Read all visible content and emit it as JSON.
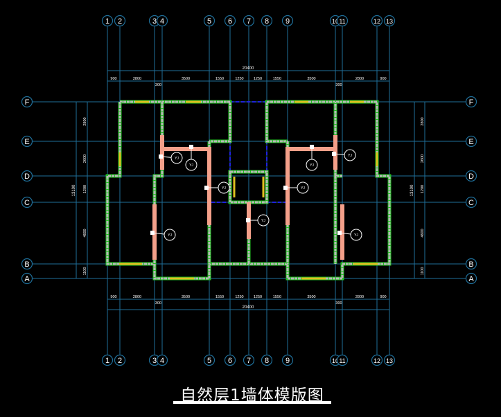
{
  "title": "自然层1墙体模版图",
  "column_axes": [
    "1",
    "2",
    "3",
    "4",
    "5",
    "6",
    "7",
    "8",
    "9",
    "10",
    "11",
    "12",
    "13"
  ],
  "row_axes": [
    "F",
    "E",
    "D",
    "C",
    "B",
    "A"
  ],
  "dimensions": {
    "top_total": "20400",
    "top_segments": [
      "900",
      "2800",
      "300",
      "3500",
      "1550",
      "1250",
      "1250",
      "1550",
      "3500",
      "300",
      "2800",
      "900"
    ],
    "bottom_total": "20400",
    "bottom_segments": [
      "900",
      "2800",
      "300",
      "3500",
      "1550",
      "1250",
      "1250",
      "1550",
      "3500",
      "300",
      "2800",
      "900"
    ],
    "left_total": "13100",
    "left_segments": [
      "2800",
      "2600",
      "1200",
      "4600",
      "1100"
    ],
    "right_total": "13100",
    "right_segments": [
      "2800",
      "2600",
      "1200",
      "4600",
      "1100"
    ]
  },
  "tag_label": "YJ",
  "colors": {
    "axis": "#1f6f9a",
    "wall": "#b8b8b8",
    "wall_edge": "#22c022",
    "column": "#f4a08a",
    "window": "#e0c020",
    "hidden": "#2020e0",
    "grid_dash": "#a01010"
  }
}
